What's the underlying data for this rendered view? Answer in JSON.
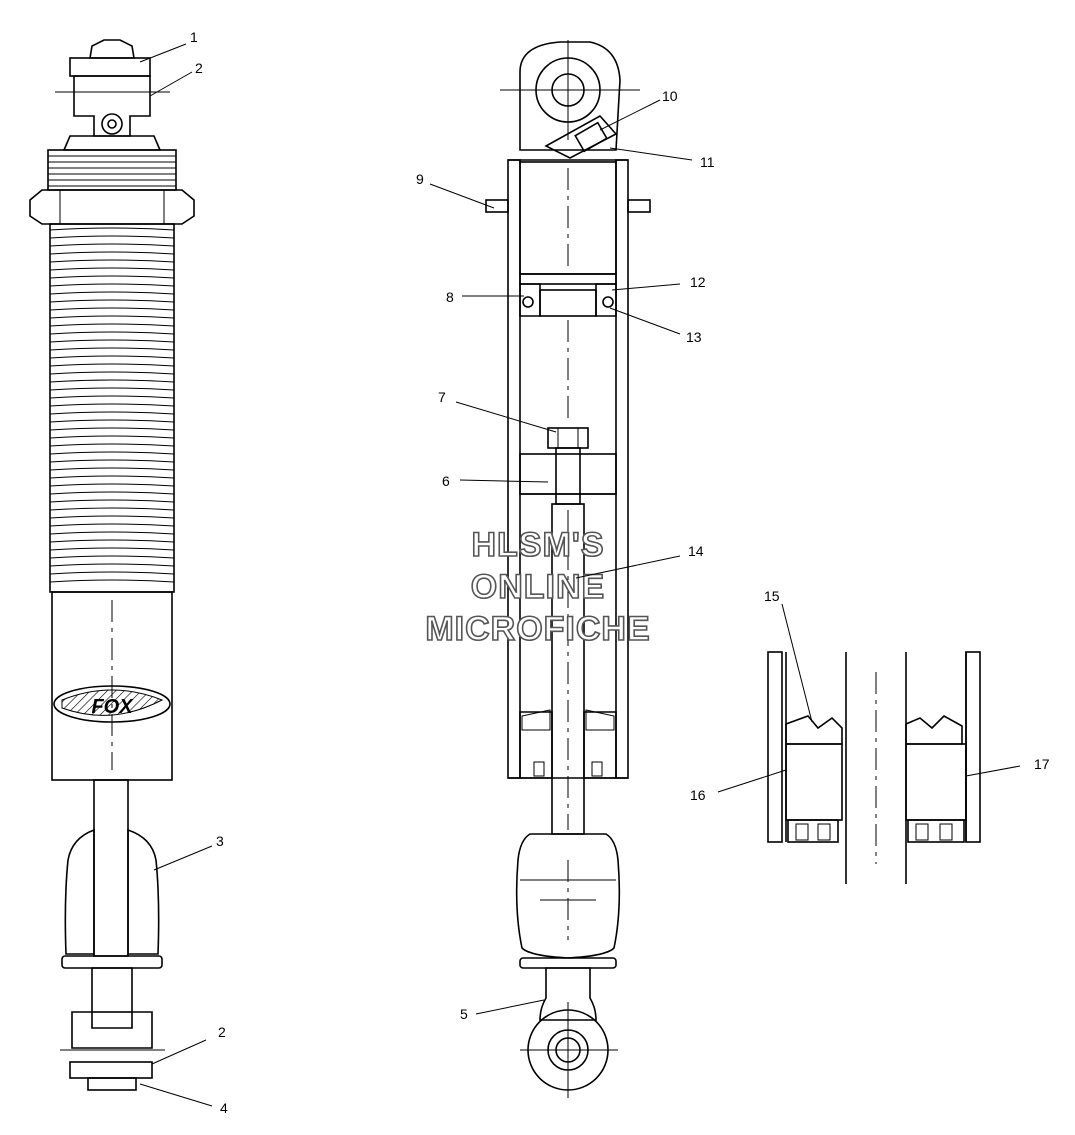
{
  "callouts": [
    {
      "id": "1",
      "text": "1"
    },
    {
      "id": "2a",
      "text": "2"
    },
    {
      "id": "3",
      "text": "3"
    },
    {
      "id": "2b",
      "text": "2"
    },
    {
      "id": "4",
      "text": "4"
    },
    {
      "id": "5",
      "text": "5"
    },
    {
      "id": "6",
      "text": "6"
    },
    {
      "id": "7",
      "text": "7"
    },
    {
      "id": "8",
      "text": "8"
    },
    {
      "id": "9",
      "text": "9"
    },
    {
      "id": "10",
      "text": "10"
    },
    {
      "id": "11",
      "text": "11"
    },
    {
      "id": "12",
      "text": "12"
    },
    {
      "id": "13",
      "text": "13"
    },
    {
      "id": "14",
      "text": "14"
    },
    {
      "id": "15",
      "text": "15"
    },
    {
      "id": "16",
      "text": "16"
    },
    {
      "id": "17",
      "text": "17"
    }
  ],
  "watermark": {
    "line1": "HLSM'S",
    "line2": "ONLINE",
    "line3": "MICROFICHE"
  },
  "logo": {
    "text": "FOX"
  },
  "colors": {
    "ink": "#000000",
    "paper": "#ffffff",
    "watermark_outline": "#555555"
  }
}
